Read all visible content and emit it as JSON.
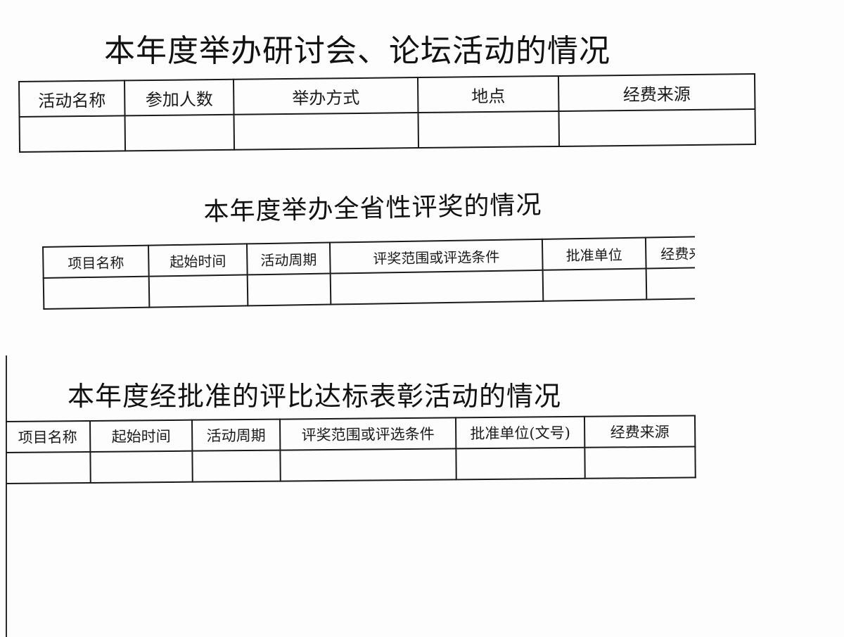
{
  "sections": [
    {
      "title": "本年度举办研讨会、论坛活动的情况",
      "headers": [
        "活动名称",
        "参加人数",
        "举办方式",
        "地点",
        "经费来源"
      ]
    },
    {
      "title": "本年度举办全省性评奖的情况",
      "headers": [
        "项目名称",
        "起始时间",
        "活动周期",
        "评奖范围或评选条件",
        "批准单位",
        "经费来"
      ]
    },
    {
      "title": "本年度经批准的评比达标表彰活动的情况",
      "headers": [
        "项目名称",
        "起始时间",
        "活动周期",
        "评奖范围或评选条件",
        "批准单位(文号)",
        "经费来源"
      ]
    }
  ]
}
